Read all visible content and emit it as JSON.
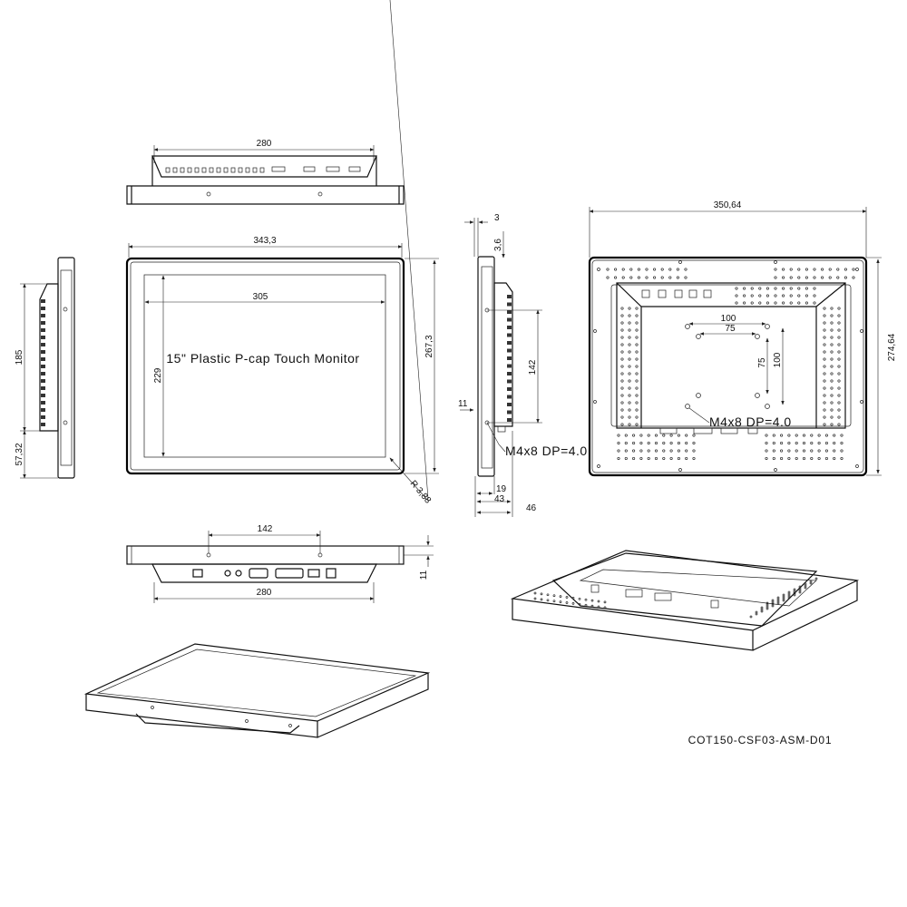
{
  "title": "15\" Plastic P-cap Touch Monitor",
  "drawing_number": "COT150-CSF03-ASM-D01",
  "dimensions": {
    "top_width": "280",
    "front_width": "343,3",
    "screen_width": "305",
    "screen_height": "229",
    "front_height": "267,3",
    "corner_radius": "R 3,88",
    "side_upper": "185",
    "side_lower": "57,32",
    "side_bezel": "3",
    "side_lip": "3,6",
    "side_mount_spacing": "142",
    "side_offset": "11",
    "depth_1": "19",
    "depth_2": "43",
    "depth_3": "46",
    "rear_width": "350,64",
    "rear_height": "274,64",
    "vesa_100_h": "100",
    "vesa_75_h": "75",
    "vesa_75_v": "75",
    "vesa_100_v": "100",
    "bottom_mount_spacing": "142",
    "bottom_width": "280",
    "bottom_offset": "11"
  },
  "notes": {
    "side_screw": "M4x8 DP=4.0",
    "rear_screw": "M4x8 DP=4.0"
  }
}
